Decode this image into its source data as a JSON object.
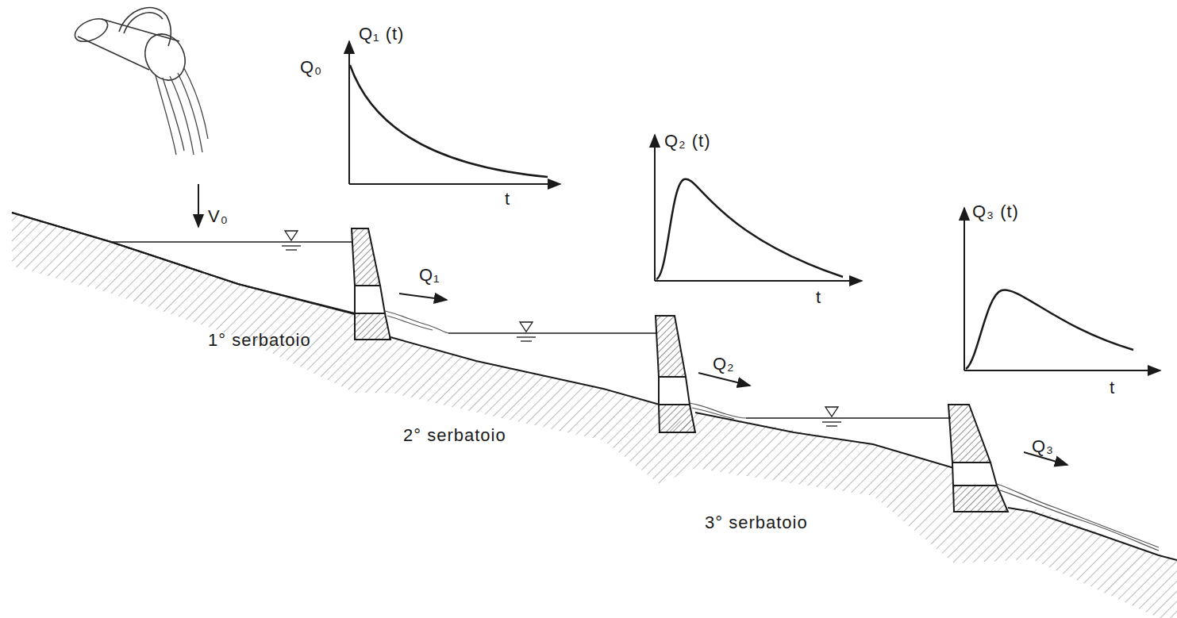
{
  "diagram": {
    "labels": [
      "Q₁ (t)",
      "Q₀",
      "t",
      "V₀",
      "Q₂ (t)",
      "Q₁",
      "t",
      "Q₃ (t)",
      "1° serbatoio",
      "Q₂",
      "t",
      "2° serbatoio",
      "Q₃",
      "3° serbatoio"
    ]
  }
}
